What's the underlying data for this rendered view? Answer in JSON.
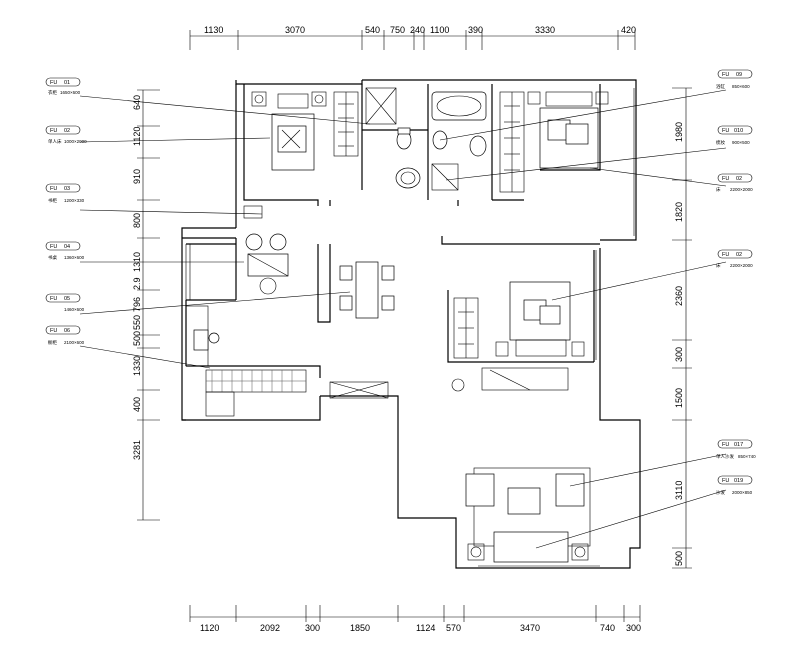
{
  "dimensions": {
    "top": [
      "1130",
      "3070",
      "540",
      "750",
      "240",
      "1100",
      "390",
      "3330",
      "420"
    ],
    "bottom": [
      "1120",
      "2092",
      "300",
      "1850",
      "1124",
      "570",
      "3470",
      "740",
      "300"
    ],
    "left": [
      "640",
      "1120",
      "910",
      "800",
      "1310",
      "2.9",
      "796",
      "550",
      "500",
      "1330",
      "400",
      "3281"
    ],
    "right": [
      "1980",
      "1820",
      "2360",
      "300",
      "1500",
      "3110",
      "500"
    ]
  },
  "tags": [
    {
      "code": "FU",
      "num": "01",
      "label": "衣柜",
      "size": "1650×600"
    },
    {
      "code": "FU",
      "num": "02",
      "label": "单人床",
      "size": "1000×2000"
    },
    {
      "code": "FU",
      "num": "03",
      "label": "书柜",
      "size": "1200×330"
    },
    {
      "code": "FU",
      "num": "04",
      "label": "书桌",
      "size": "1360×600"
    },
    {
      "code": "FU",
      "num": "05",
      "label": "",
      "size": "1460×600"
    },
    {
      "code": "FU",
      "num": "06",
      "label": "橱柜",
      "size": "2100×600"
    },
    {
      "code": "FU",
      "num": "09",
      "label": "浴缸",
      "size": "850×600"
    },
    {
      "code": "FU",
      "num": "010",
      "label": "梳妆",
      "size": "900×500"
    },
    {
      "code": "FU",
      "num": "02",
      "label": "床",
      "size": "2200×2000"
    },
    {
      "code": "FU",
      "num": "02",
      "label": "床",
      "size": "2200×2000"
    },
    {
      "code": "FU",
      "num": "017",
      "label": "单人沙发",
      "size": "850×740"
    },
    {
      "code": "FU",
      "num": "019",
      "label": "沙发",
      "size": "2000×850"
    }
  ]
}
